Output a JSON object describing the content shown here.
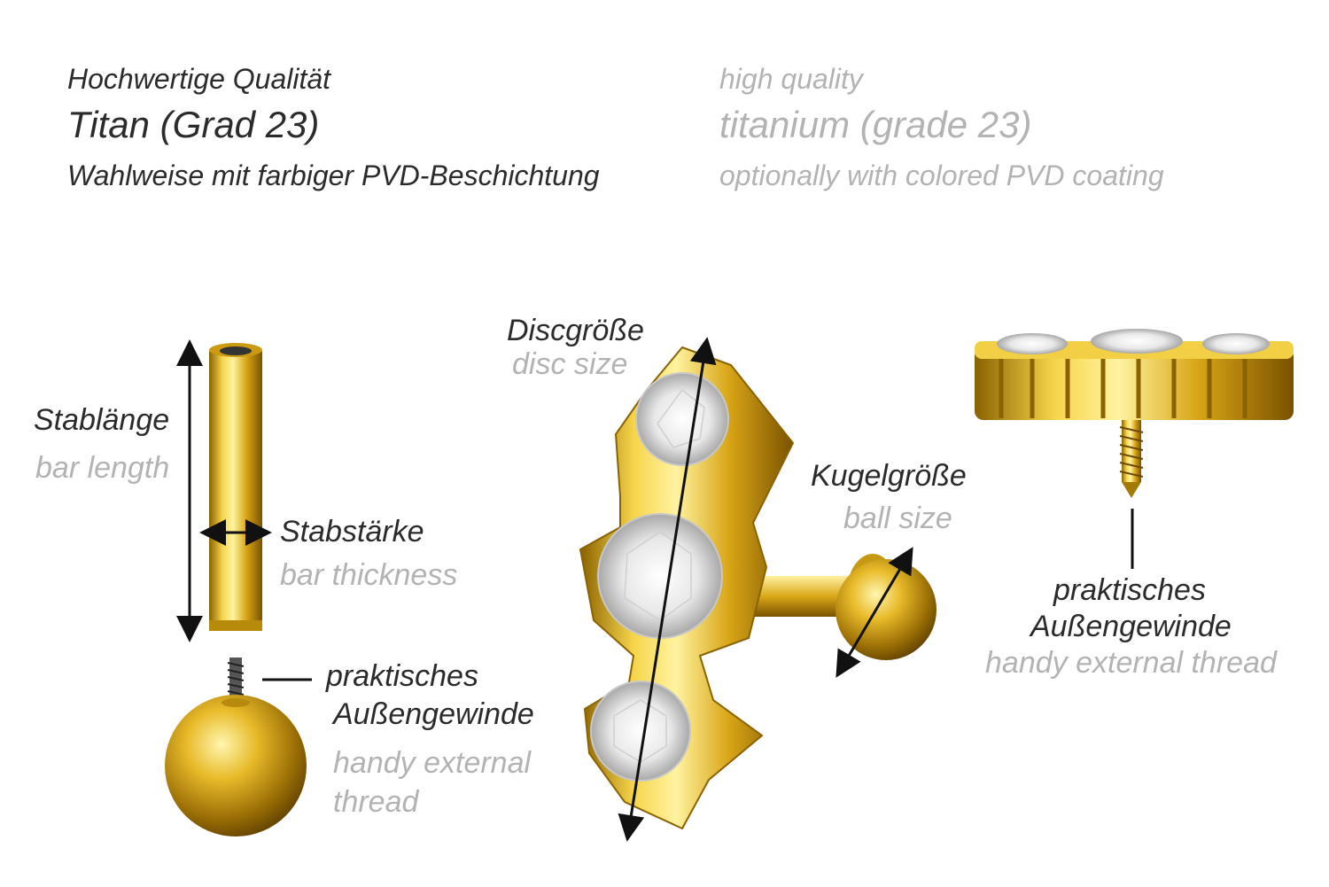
{
  "header": {
    "de": {
      "line1": "Hochwertige Qualität",
      "line2": "Titan (Grad 23)",
      "line3": "Wahlweise mit farbiger PVD-Beschichtung"
    },
    "en": {
      "line1": "high quality",
      "line2": "titanium (grade 23)",
      "line3": "optionally with colored PVD coating"
    }
  },
  "labels": {
    "bar_length": {
      "de": "Stablänge",
      "en": "bar length"
    },
    "bar_thickness": {
      "de": "Stabstärke",
      "en": "bar thickness"
    },
    "disc_size": {
      "de": "Discgröße",
      "en": "disc size"
    },
    "ball_size": {
      "de": "Kugelgröße",
      "en": "ball size"
    },
    "thread_left": {
      "de1": "praktisches",
      "de2": "Außengewinde",
      "en1": "handy external",
      "en2": "thread"
    },
    "thread_right": {
      "de1": "praktisches",
      "de2": "Außengewinde",
      "en": "handy external thread"
    }
  },
  "colors": {
    "gold": "#e0b020",
    "text_dark": "#2b2b2b",
    "text_grey": "#b3b3b3"
  }
}
